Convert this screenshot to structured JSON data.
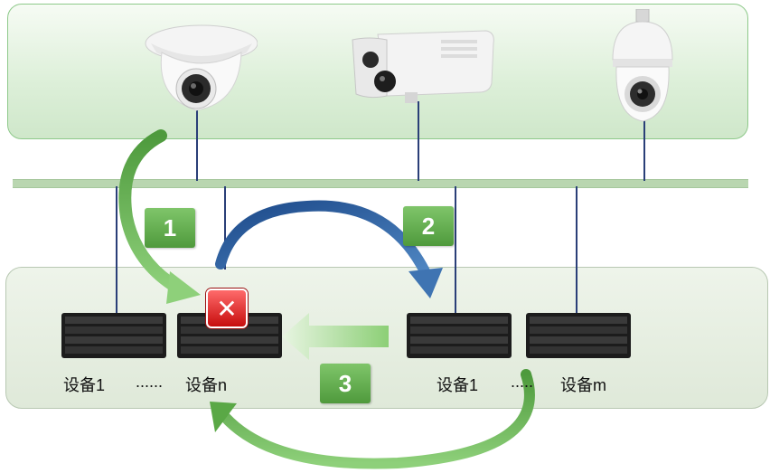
{
  "steps": {
    "step1": "1",
    "step2": "2",
    "step3": "3"
  },
  "labels": {
    "left_first": "设备1",
    "left_dots": "......",
    "left_last": "设备n",
    "right_first": "设备1",
    "right_dots": ".....",
    "right_last": "设备m"
  },
  "colors": {
    "panel_border": "#8ec98a",
    "badge_green": "#5ea84a",
    "arrow_green": "#4f9a3c",
    "arrow_blue": "#1f4f8f",
    "error_red": "#d81b1b",
    "link_line": "#2a3f78"
  },
  "icons": [
    "dome-camera-icon",
    "bullet-camera-icon",
    "ptz-camera-icon",
    "storage-server-icon",
    "error-x-icon"
  ]
}
